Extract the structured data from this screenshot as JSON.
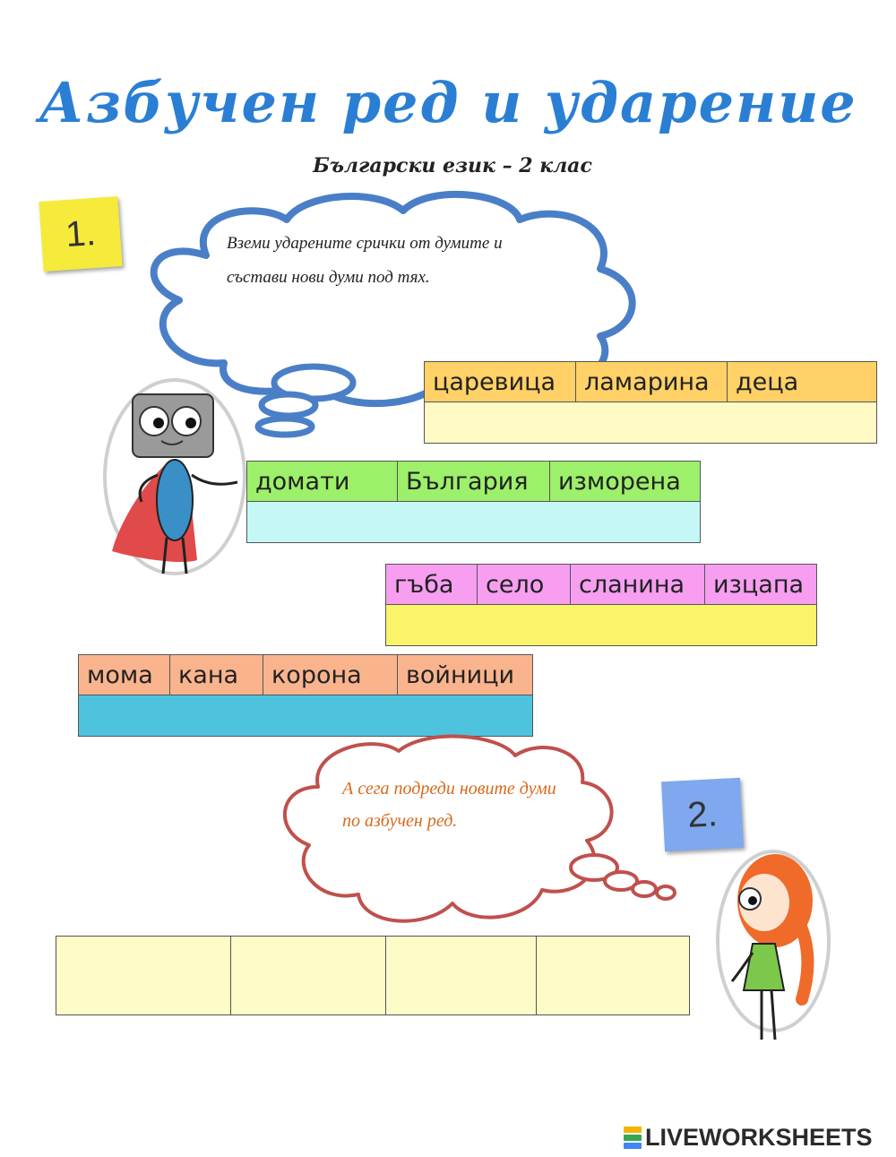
{
  "title": "Азбучен ред и ударение",
  "subtitle": "Български език – 2 клас",
  "task1": {
    "number": "1.",
    "instruction": "Вземи ударените срички от думите и състави нови думи  под тях."
  },
  "task2": {
    "number": "2.",
    "instruction": "А сега подреди новите думи по азбучен ред."
  },
  "groups": [
    {
      "words": [
        "царевица",
        "ламарина",
        "деца"
      ],
      "word_color": "#ffd166",
      "answer_color": "#fff9c4"
    },
    {
      "words": [
        "домати",
        "България",
        "изморена"
      ],
      "word_color": "#9df06a",
      "answer_color": "#c6f7f7"
    },
    {
      "words": [
        "гъба",
        "село",
        "сланина",
        "изцапа"
      ],
      "word_color": "#f79ef1",
      "answer_color": "#fbf36a"
    },
    {
      "words": [
        "мома",
        "кана",
        "корона",
        "войници"
      ],
      "word_color": "#f9b48e",
      "answer_color": "#4dc3dd"
    }
  ],
  "colors": {
    "title": "#2a7fd4",
    "bubble1_outline": "#4a7fc8",
    "bubble2_outline": "#c0504d",
    "task2_text": "#d8691c"
  },
  "characters": {
    "robot": "robot-with-red-cape-illustration",
    "girl": "girl-with-red-hair-illustration"
  },
  "branding": {
    "logo_text": "LIVEWORKSHEETS"
  }
}
